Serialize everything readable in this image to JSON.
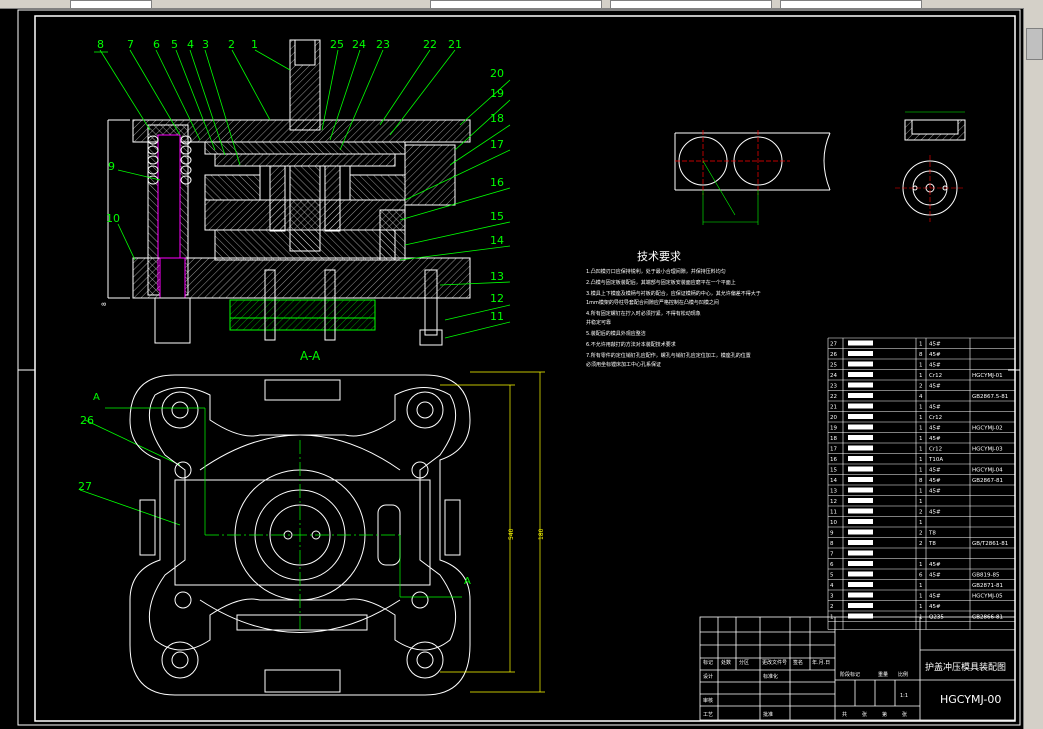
{
  "toolbar": {
    "fields": [
      "",
      "",
      "",
      ""
    ]
  },
  "section_label": "A-A",
  "section_marker_top": "A",
  "section_marker_bottom": "A",
  "part_numbers_top": [
    "8",
    "7",
    "6",
    "5",
    "4",
    "3",
    "2",
    "1",
    "25",
    "24",
    "23",
    "22",
    "21"
  ],
  "part_numbers_right": [
    "20",
    "19",
    "18",
    "17",
    "16",
    "15",
    "14",
    "13",
    "12",
    "11"
  ],
  "part_numbers_left": [
    "9",
    "10"
  ],
  "part_numbers_plan": [
    "26",
    "27"
  ],
  "dimensions": {
    "d540": "540",
    "d180": "180"
  },
  "tech_title": "技术要求",
  "tech_lines": [
    "1.凸凹模刃口应保持锐利，处于最小合理间隙，并保持压料均匀",
    "2.凸模与固定板装配后，其端部与固定板安装面应磨平在一个平面上",
    "3.模具上下模座及模柄与衬板的配合，应保证模柄的中心，其允许偏差不得大于",
    "  1mm模架的导柱导套配合间隙应严格控制在凸模与凹模之间",
    "4.所有固定螺钉在拧入时必须拧紧，不得有松动现象",
    "  并稳定可靠",
    "5.装配后的模具外观应整洁",
    "6.不允许用敲打的方法对本装配技术要求",
    "7.所有零件的定位销钉孔应配作，螺孔与销钉孔应定位加工，模座孔的位置",
    "  必须用坐标镗床加工中心孔系保证"
  ],
  "bom": [
    {
      "no": "27",
      "name": "",
      "qty": "1",
      "mat": "45#",
      "std": ""
    },
    {
      "no": "26",
      "name": "",
      "qty": "8",
      "mat": "45#",
      "std": ""
    },
    {
      "no": "25",
      "name": "",
      "qty": "1",
      "mat": "45#",
      "std": ""
    },
    {
      "no": "24",
      "name": "",
      "qty": "1",
      "mat": "Cr12",
      "std": "HGCYMJ-01"
    },
    {
      "no": "23",
      "name": "",
      "qty": "2",
      "mat": "45#",
      "std": ""
    },
    {
      "no": "22",
      "name": "",
      "qty": "4",
      "mat": "",
      "std": "GB2867.5-81"
    },
    {
      "no": "21",
      "name": "",
      "qty": "1",
      "mat": "45#",
      "std": ""
    },
    {
      "no": "20",
      "name": "",
      "qty": "1",
      "mat": "Cr12",
      "std": ""
    },
    {
      "no": "19",
      "name": "",
      "qty": "1",
      "mat": "45#",
      "std": "HGCYMJ-02"
    },
    {
      "no": "18",
      "name": "",
      "qty": "1",
      "mat": "45#",
      "std": ""
    },
    {
      "no": "17",
      "name": "",
      "qty": "1",
      "mat": "Cr12",
      "std": "HGCYMJ-03"
    },
    {
      "no": "16",
      "name": "",
      "qty": "1",
      "mat": "T10A",
      "std": ""
    },
    {
      "no": "15",
      "name": "",
      "qty": "1",
      "mat": "45#",
      "std": "HGCYMJ-04"
    },
    {
      "no": "14",
      "name": "",
      "qty": "8",
      "mat": "45#",
      "std": "GB2867-81"
    },
    {
      "no": "13",
      "name": "",
      "qty": "1",
      "mat": "45#",
      "std": ""
    },
    {
      "no": "12",
      "name": "",
      "qty": "1",
      "mat": "",
      "std": ""
    },
    {
      "no": "11",
      "name": "",
      "qty": "2",
      "mat": "45#",
      "std": ""
    },
    {
      "no": "10",
      "name": "",
      "qty": "1",
      "mat": "",
      "std": ""
    },
    {
      "no": "9",
      "name": "",
      "qty": "2",
      "mat": "T8",
      "std": ""
    },
    {
      "no": "8",
      "name": "",
      "qty": "2",
      "mat": "T8",
      "std": "GB/T2861-81"
    },
    {
      "no": "7",
      "name": "",
      "qty": "",
      "mat": "",
      "std": ""
    },
    {
      "no": "6",
      "name": "",
      "qty": "1",
      "mat": "45#",
      "std": ""
    },
    {
      "no": "5",
      "name": "",
      "qty": "6",
      "mat": "45#",
      "std": "GB819-85"
    },
    {
      "no": "4",
      "name": "",
      "qty": "1",
      "mat": "",
      "std": "GB2871-81"
    },
    {
      "no": "3",
      "name": "",
      "qty": "1",
      "mat": "45#",
      "std": "HGCYMJ-05"
    },
    {
      "no": "2",
      "name": "",
      "qty": "1",
      "mat": "45#",
      "std": ""
    },
    {
      "no": "1",
      "name": "",
      "qty": "1",
      "mat": "Q235",
      "std": "GB2866-81"
    }
  ],
  "title_block": {
    "drawing_name": "护盖冲压模具装配图",
    "drawing_code": "HGCYMJ-00",
    "scale": "1:1",
    "row_labels": [
      "标记",
      "处数",
      "分区",
      "更改文件号",
      "签名",
      "年.月.日"
    ],
    "bottom_labels": [
      "设计",
      "",
      "标准化",
      "",
      "审核",
      "",
      "工艺",
      "",
      "批准"
    ],
    "stage_labels": [
      "阶段标记",
      "重量",
      "比例"
    ],
    "sheet_labels": [
      "共",
      "张",
      "第",
      "张"
    ]
  },
  "colors": {
    "background": "#000000",
    "line": "#ffffff",
    "leader": "#00ff00",
    "centerline": "#ff0000",
    "accent": "#ff00ff",
    "dimension": "#ffff00"
  }
}
